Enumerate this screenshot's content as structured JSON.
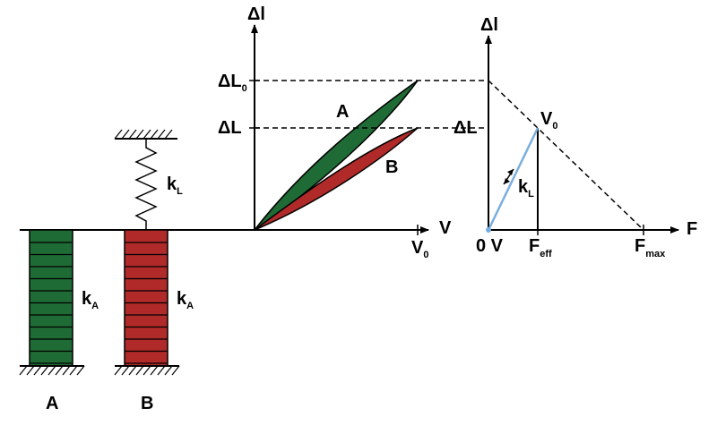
{
  "stacks": {
    "a_label": "A",
    "b_label": "B",
    "a_stiffness": "k",
    "a_stiffness_sub": "A",
    "b_stiffness": "k",
    "b_stiffness_sub": "A",
    "a_color": "#1f6b35",
    "b_color": "#b02a2a"
  },
  "spring": {
    "label": "k",
    "label_sub": "L"
  },
  "plot1": {
    "y_axis": "Δl",
    "x_axis": "V",
    "v0": "V",
    "v0_sub": "0",
    "dl0": "ΔL",
    "dl0_sub": "0",
    "dl": "ΔL",
    "curve_a": "A",
    "curve_b": "B"
  },
  "plot2": {
    "y_axis": "Δl",
    "x_axis": "F",
    "dl": "ΔL",
    "v0": "V",
    "v0_sub": "0",
    "kl": "k",
    "kl_sub": "L",
    "origin": "0 V",
    "f_eff": "F",
    "f_eff_sub": "eff",
    "f_max": "F",
    "f_max_sub": "max",
    "line_color": "#7aaee0"
  }
}
